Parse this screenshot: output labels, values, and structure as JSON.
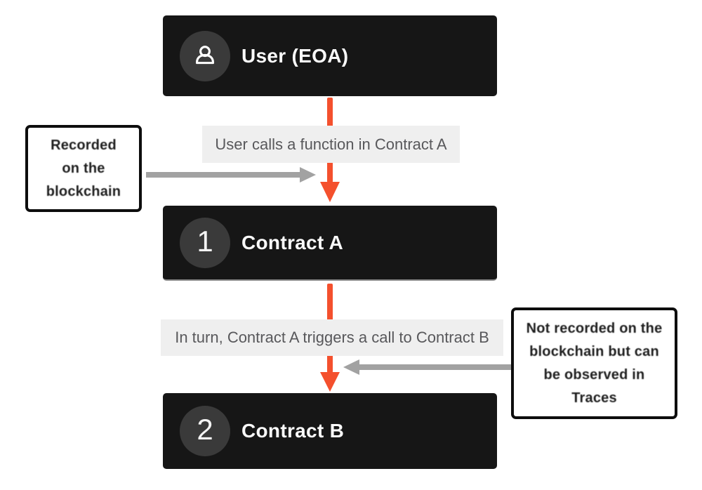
{
  "diagram": {
    "nodes": [
      {
        "name": "user",
        "label": "User (EOA)",
        "icon": "user-icon"
      },
      {
        "name": "contract-a",
        "label": "Contract A",
        "badge": "1"
      },
      {
        "name": "contract-b",
        "label": "Contract B",
        "badge": "2"
      }
    ],
    "edge_labels": [
      {
        "text": "User calls a function in Contract A"
      },
      {
        "text": "In turn, Contract A triggers a call to Contract B"
      }
    ],
    "annotations": [
      {
        "side": "left",
        "text": "Recorded\non the\nblockchain"
      },
      {
        "side": "right",
        "text": "Not recorded on the\nblockchain but can\nbe observed in\nTraces"
      }
    ],
    "colors": {
      "node_background": "#161616",
      "badge_circle": "#3a3a3a",
      "node_text": "#fafafa",
      "edge_label_background": "#efefef",
      "edge_label_text": "#58585b",
      "flow_arrow": "#f4502d",
      "annotation_arrow": "#a2a2a2",
      "annotation_border": "#0d0d0d",
      "annotation_text": "#1e1e1e"
    }
  }
}
